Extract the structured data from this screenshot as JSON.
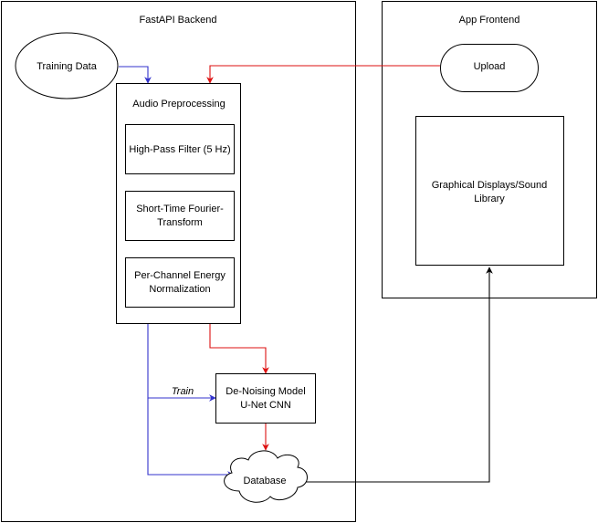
{
  "colors": {
    "blue": "#3333cc",
    "red": "#dd1111",
    "black": "#000000"
  },
  "containers": {
    "backend": "FastAPI Backend",
    "frontend": "App Frontend"
  },
  "nodes": {
    "training_data": "Training Data",
    "upload": "Upload",
    "audio_preprocessing": "Audio Preprocessing",
    "high_pass": "High-Pass Filter (5 Hz)",
    "stft_line1": "Short-Time Fourier-",
    "stft_line2": "Transform",
    "pcen_line1": "Per-Channel Energy",
    "pcen_line2": "Normalization",
    "graphical_line1": "Graphical Displays/Sound",
    "graphical_line2": "Library",
    "denoise_line1": "De-Noising Model",
    "denoise_line2": "U-Net CNN",
    "database": "Database"
  },
  "edge_labels": {
    "train": "Train"
  }
}
